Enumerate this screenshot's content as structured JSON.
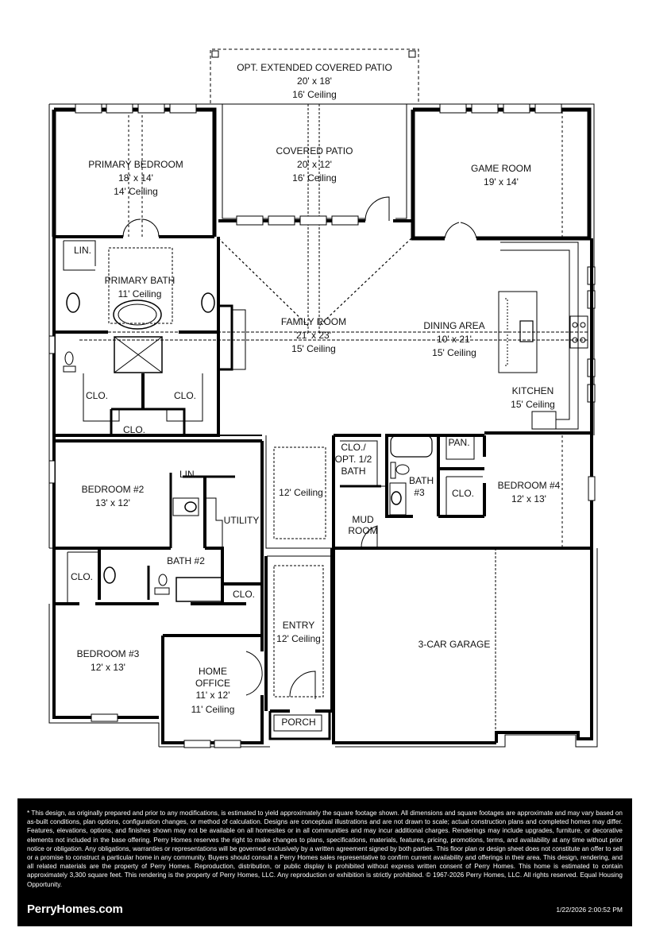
{
  "floorplan": {
    "rooms": [
      {
        "id": "opt-extended-covered-patio",
        "name": "OPT. EXTENDED COVERED PATIO",
        "size": "20' x 18'",
        "ceiling": "16' Ceiling"
      },
      {
        "id": "primary-bedroom",
        "name": "PRIMARY BEDROOM",
        "size": "18' x 14'",
        "ceiling": "14' Ceiling"
      },
      {
        "id": "covered-patio",
        "name": "COVERED PATIO",
        "size": "20' x 12'",
        "ceiling": "16' Ceiling"
      },
      {
        "id": "game-room",
        "name": "GAME ROOM",
        "size": "19' x 14'",
        "ceiling": ""
      },
      {
        "id": "linen-primary",
        "name": "LIN.",
        "size": "",
        "ceiling": ""
      },
      {
        "id": "primary-bath",
        "name": "PRIMARY BATH",
        "size": "",
        "ceiling": "11' Ceiling"
      },
      {
        "id": "family-room",
        "name": "FAMILY ROOM",
        "size": "21' x 23'",
        "ceiling": "15' Ceiling"
      },
      {
        "id": "dining-area",
        "name": "DINING AREA",
        "size": "10' x 21'",
        "ceiling": "15' Ceiling"
      },
      {
        "id": "kitchen",
        "name": "KITCHEN",
        "size": "",
        "ceiling": "15' Ceiling"
      },
      {
        "id": "closet-primary-left",
        "name": "CLO.",
        "size": "",
        "ceiling": ""
      },
      {
        "id": "closet-primary-right",
        "name": "CLO.",
        "size": "",
        "ceiling": ""
      },
      {
        "id": "closet-primary-center",
        "name": "CLO.",
        "size": "",
        "ceiling": ""
      },
      {
        "id": "bedroom-2",
        "name": "BEDROOM #2",
        "size": "13' x 12'",
        "ceiling": ""
      },
      {
        "id": "linen-hall",
        "name": "LIN.",
        "size": "",
        "ceiling": ""
      },
      {
        "id": "utility",
        "name": "UTILITY",
        "size": "",
        "ceiling": ""
      },
      {
        "id": "gallery",
        "name": "",
        "size": "",
        "ceiling": "12' Ceiling"
      },
      {
        "id": "closet-opt-half-bath",
        "name": "CLO./ OPT. 1/2 BATH",
        "size": "",
        "ceiling": ""
      },
      {
        "id": "bath-3",
        "name": "BATH #3",
        "size": "",
        "ceiling": ""
      },
      {
        "id": "pantry",
        "name": "PAN.",
        "size": "",
        "ceiling": ""
      },
      {
        "id": "closet-bedroom-4",
        "name": "CLO.",
        "size": "",
        "ceiling": ""
      },
      {
        "id": "bedroom-4",
        "name": "BEDROOM #4",
        "size": "12' x 13'",
        "ceiling": ""
      },
      {
        "id": "mud-room",
        "name": "MUD ROOM",
        "size": "",
        "ceiling": ""
      },
      {
        "id": "closet-bedroom-3",
        "name": "CLO.",
        "size": "",
        "ceiling": ""
      },
      {
        "id": "bath-2",
        "name": "BATH #2",
        "size": "",
        "ceiling": ""
      },
      {
        "id": "closet-hall",
        "name": "CLO.",
        "size": "",
        "ceiling": ""
      },
      {
        "id": "entry",
        "name": "ENTRY",
        "size": "",
        "ceiling": "12' Ceiling"
      },
      {
        "id": "bedroom-3",
        "name": "BEDROOM #3",
        "size": "12' x 13'",
        "ceiling": ""
      },
      {
        "id": "home-office",
        "name": "HOME OFFICE",
        "size": "11' x 12'",
        "ceiling": "11' Ceiling"
      },
      {
        "id": "porch",
        "name": "PORCH",
        "size": "",
        "ceiling": ""
      },
      {
        "id": "garage",
        "name": "3-CAR GARAGE",
        "size": "",
        "ceiling": ""
      }
    ]
  },
  "footer": {
    "disclaimer": "* This design, as originally prepared and prior to any modifications, is estimated to yield approximately the square footage shown. All dimensions and square footages are approximate and may vary based on as-built conditions, plan options, configuration changes, or method of calculation. Designs are conceptual illustrations and are not drawn to scale; actual construction plans and completed homes may differ. Features, elevations, options, and finishes shown may not be available on all homesites or in all communities and may incur additional charges. Renderings may include upgrades, furniture, or decorative elements not included in the base offering. Perry Homes reserves the right to make changes to plans, specifications, materials, features, pricing, promotions, terms, and availability at any time without prior notice or obligation. Any obligations, warranties or representations will be governed exclusively by a written agreement signed by both parties. This floor plan or design sheet does not constitute an offer to sell or a promise to construct a particular home in any community. Buyers should consult a Perry Homes sales representative to confirm current availability and offerings in their area. This design, rendering, and all related materials are the property of Perry Homes. Reproduction, distribution, or public display is prohibited without express written consent of Perry Homes. This home is estimated to contain approximately 3,300 square feet. This rendering is the property of Perry Homes, LLC. Any reproduction or exhibition is strictly prohibited. © 1967-2026 Perry Homes, LLC. All rights reserved. Equal Housing Opportunity.",
    "brand": "PerryHomes.com",
    "timestamp": "1/22/2026 2:00:52 PM"
  }
}
